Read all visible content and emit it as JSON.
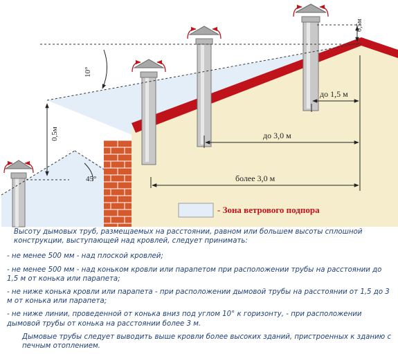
{
  "labels": {
    "angle_10": "10°",
    "angle_45": "45°",
    "h_05_left": "0,5м",
    "h_05_right": "0,5м",
    "dist_15": "до 1,5 м",
    "dist_30": "до 3,0 м",
    "dist_more_30": "более 3,0 м"
  },
  "legend": {
    "text": "- Зона ветрового подпора",
    "swatch_color": "#e4eef8"
  },
  "colors": {
    "roof": "#c0121b",
    "wall": "#f6edcd",
    "brick": "#d45a2e",
    "dims": "#222222",
    "legend_text": "#c0121b",
    "caption_text": "#1f3f7a"
  },
  "caption": {
    "intro": "Высоту дымовых труб, размещаемых на расстоянии, равном или большем высоты сплошной конструкции, выступающей над кровлей, следует принимать:",
    "bullets": [
      "- не менее 500 мм - над плоской кровлей;",
      "- не менее 500 мм - над коньком кровли или парапетом при расположении трубы на расстоянии до 1,5 м от конька или парапета;",
      "- не ниже конька кровли или парапета - при расположении дымовой трубы на расстоянии от 1,5 до 3 м от конька или парапета;",
      "- не ниже линии, проведенной от конька вниз под углом 10° к горизонту, - при расположении дымовой трубы от конька на расстоянии более 3 м."
    ],
    "note": "Дымовые трубы следует выводить выше кровли более высоких зданий, пристроенных к зданию с печным отоплением."
  }
}
